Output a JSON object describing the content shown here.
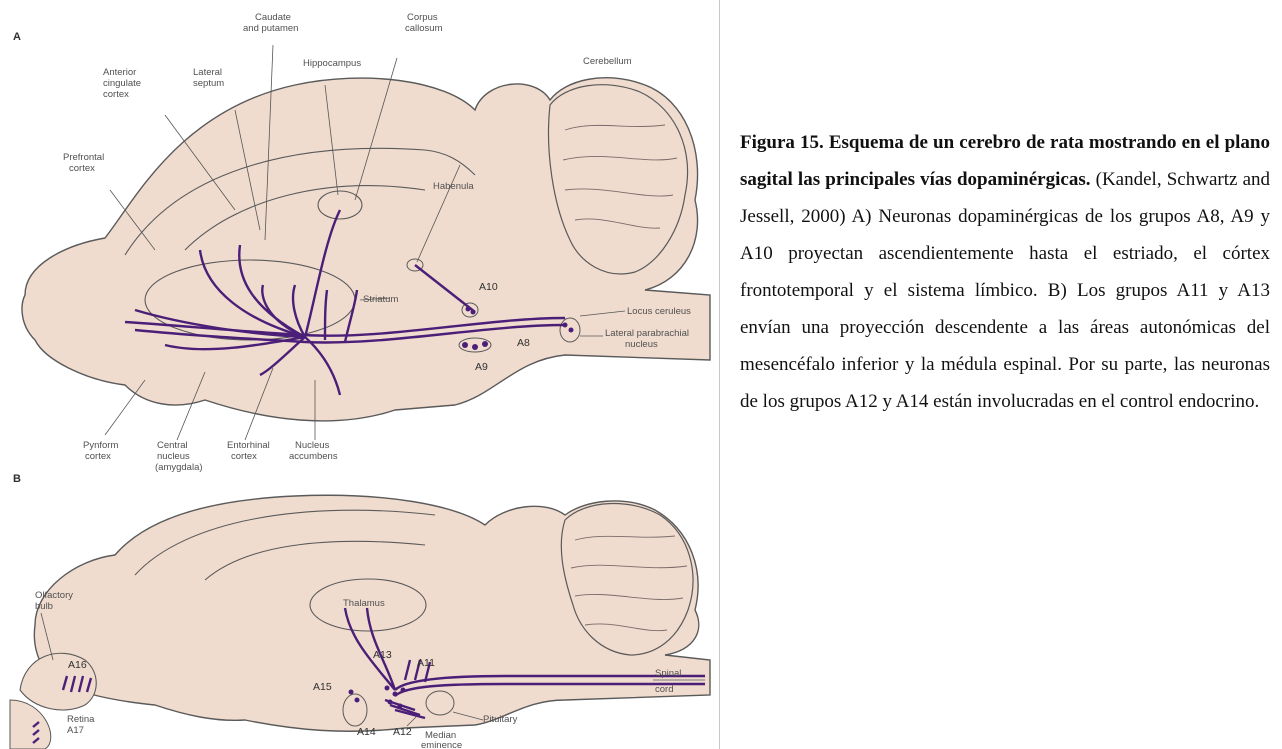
{
  "figure": {
    "panel_a": {
      "letter": "A",
      "labels": {
        "caudate": [
          "Caudate",
          "and putamen"
        ],
        "corpus": [
          "Corpus",
          "callosum"
        ],
        "cerebellum": "Cerebellum",
        "anterior": [
          "Anterior",
          "cingulate",
          "cortex"
        ],
        "lateral_septum": [
          "Lateral",
          "septum"
        ],
        "hippocampus": "Hippocampus",
        "prefrontal": [
          "Prefrontal",
          "cortex"
        ],
        "habenula": "Habenula",
        "a10": "A10",
        "striatum": "Striatum",
        "locus": "Locus ceruleus",
        "parabrachial": [
          "Lateral parabrachial",
          "nucleus"
        ],
        "a8": "A8",
        "a9": "A9",
        "pyriform": [
          "Pynform",
          "cortex"
        ],
        "central": [
          "Central",
          "nucleus",
          "(amygdala)"
        ],
        "entorhinal": [
          "Entorhinal",
          "cortex"
        ],
        "accumbens": [
          "Nucleus",
          "accumbens"
        ]
      }
    },
    "panel_b": {
      "letter": "B",
      "labels": {
        "olfactory": [
          "Olfactory",
          "bulb"
        ],
        "a16": "A16",
        "thalamus": "Thalamus",
        "a13": "A13",
        "a11": "A11",
        "a15": "A15",
        "spinal": [
          "Spinal",
          "cord"
        ],
        "a14": "A14",
        "a12": "A12",
        "pituitary": "Pituitary",
        "median": [
          "Median",
          "eminence"
        ],
        "retina": [
          "Retina",
          "A17"
        ]
      }
    }
  },
  "caption": {
    "title": "Figura 15. Esquema de un cerebro de rata mostrando en el plano sagital las principales vías dopaminérgicas.",
    "body": " (Kandel, Schwartz and Jessell, 2000) A) Neuronas dopaminérgicas de los grupos A8, A9 y A10 proyectan ascendientemente hasta el estriado, el córtex frontotemporal y el sistema límbico. B) Los grupos A11 y A13 envían una proyección descendente a las áreas autonómicas del mesencéfalo inferior y la médula espinal. Por su parte, las neuronas de los grupos A12 y A14 están involucradas en el control endocrino."
  },
  "colors": {
    "tissue": "#f0dccf",
    "outline": "#5a5a5a",
    "pathway": "#4b1f78"
  }
}
